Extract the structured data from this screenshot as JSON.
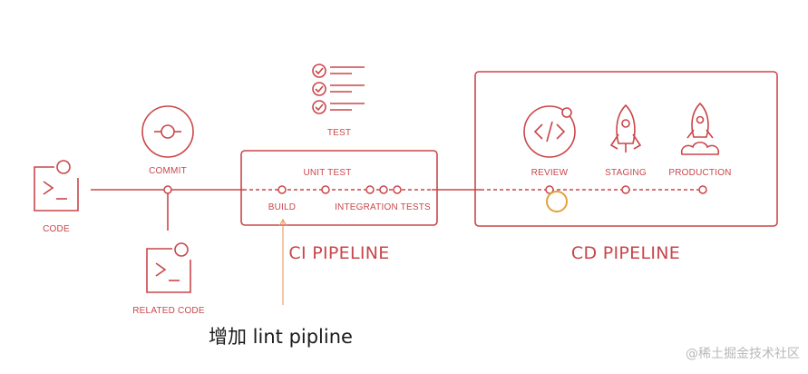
{
  "labels": {
    "code": "CODE",
    "commit": "COMMIT",
    "related_code": "RELATED CODE",
    "test": "TEST",
    "unit_test": "UNIT TEST",
    "build": "BUILD",
    "integration_tests": "INTEGRATION TESTS",
    "review": "REVIEW",
    "staging": "STAGING",
    "production": "PRODUCTION"
  },
  "sections": {
    "ci": "CI PIPELINE",
    "cd": "CD PIPELINE"
  },
  "annotation": "增加 lint pipline",
  "watermark": "@稀土掘金技术社区",
  "colors": {
    "line": "#c9464a",
    "highlight": "#e2a23a",
    "arrow": "#e8a06a"
  },
  "icons": [
    "terminal-icon",
    "git-commit-icon",
    "checklist-icon",
    "code-review-icon",
    "rocket-icon",
    "rocket-launch-icon"
  ]
}
